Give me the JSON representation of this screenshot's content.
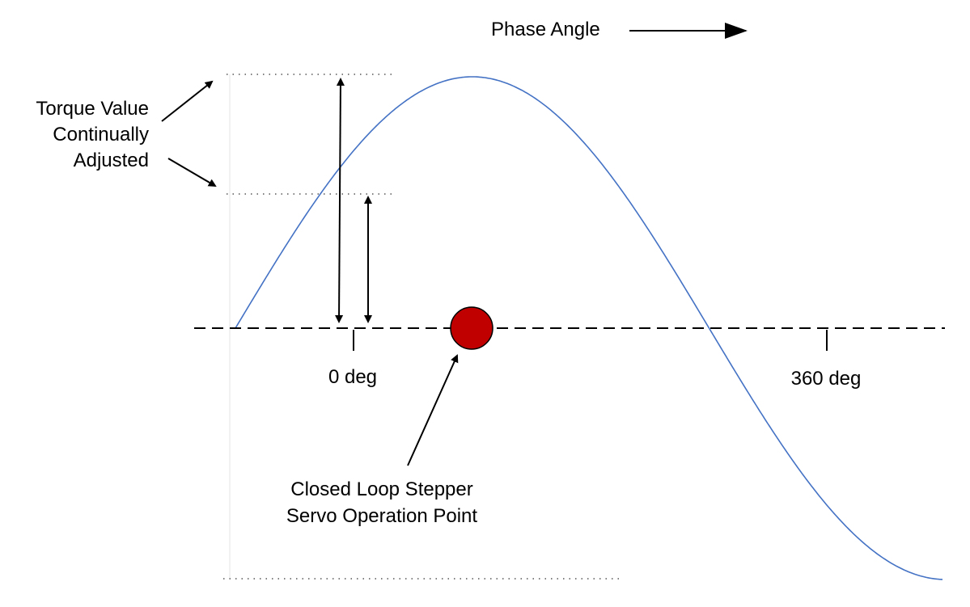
{
  "labels": {
    "phase_angle": "Phase Angle",
    "torque_line1": "Torque Value",
    "torque_line2": "Continually",
    "torque_line3": "Adjusted",
    "zero_deg": "0 deg",
    "three_sixty_deg": "360 deg",
    "operation_line1": "Closed Loop Stepper",
    "operation_line2": "Servo Operation Point"
  },
  "colors": {
    "wave": "#4472C4",
    "operation_point_fill": "#C00000",
    "operation_point_stroke": "#000000",
    "axis": "#000000",
    "guide_dots": "#555555"
  }
}
